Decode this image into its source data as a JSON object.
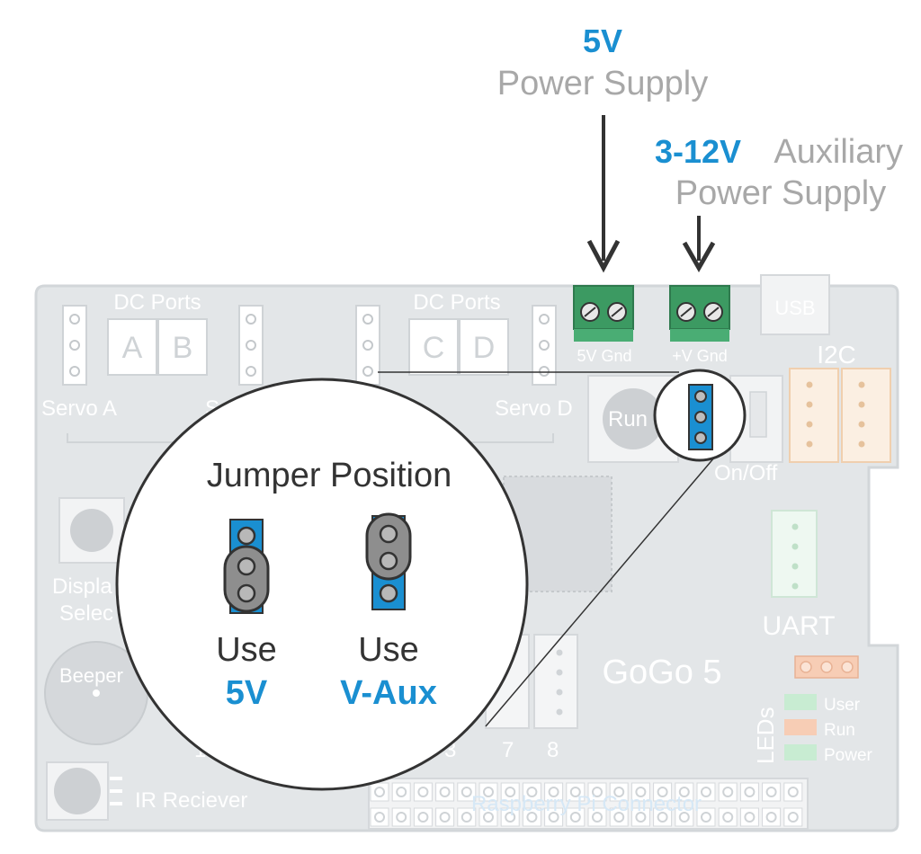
{
  "supply_5v": {
    "value": "5V",
    "caption": "Power Supply"
  },
  "supply_aux": {
    "value": "3-12V",
    "caption_1": "Auxiliary",
    "caption_2": "Power Supply"
  },
  "board": {
    "name": "GoGo 5",
    "dc_ports_left": "DC Ports",
    "dc_ports_right": "DC Ports",
    "port_a": "A",
    "port_b": "B",
    "port_c": "C",
    "port_d": "D",
    "servo_a": "Servo A",
    "servo_b": "S",
    "servo_d": "Servo D",
    "terminal_5v": "5V Gnd",
    "terminal_aux": "+V Gnd",
    "usb": "USB",
    "i2c": "I2C",
    "run_button": "Run",
    "on_off": "On/Off",
    "uart": "UART",
    "display_select_1": "Displa",
    "display_select_2": "Selec",
    "beeper": "Beeper",
    "ir_receiver": "IR Reciever",
    "raspberry_pi": "Raspberry Pi Connector",
    "leds_label": "LEDs",
    "led_user": "User",
    "led_run": "Run",
    "led_power": "Power",
    "sensor_1": "1",
    "sensor_3": "3",
    "sensor_7": "7",
    "sensor_8": "8"
  },
  "zoom": {
    "title": "Jumper Position",
    "left_use": "Use",
    "left_value": "5V",
    "right_use": "Use",
    "right_value": "V-Aux"
  },
  "colors": {
    "accent_blue": "#1a8fd1",
    "terminal_green": "#3c9a62",
    "board_gray": "#e3e6e8",
    "label_gray": "#a8a8a8",
    "led_green": "#c8ecd2",
    "led_orange": "#f7cdb5"
  }
}
